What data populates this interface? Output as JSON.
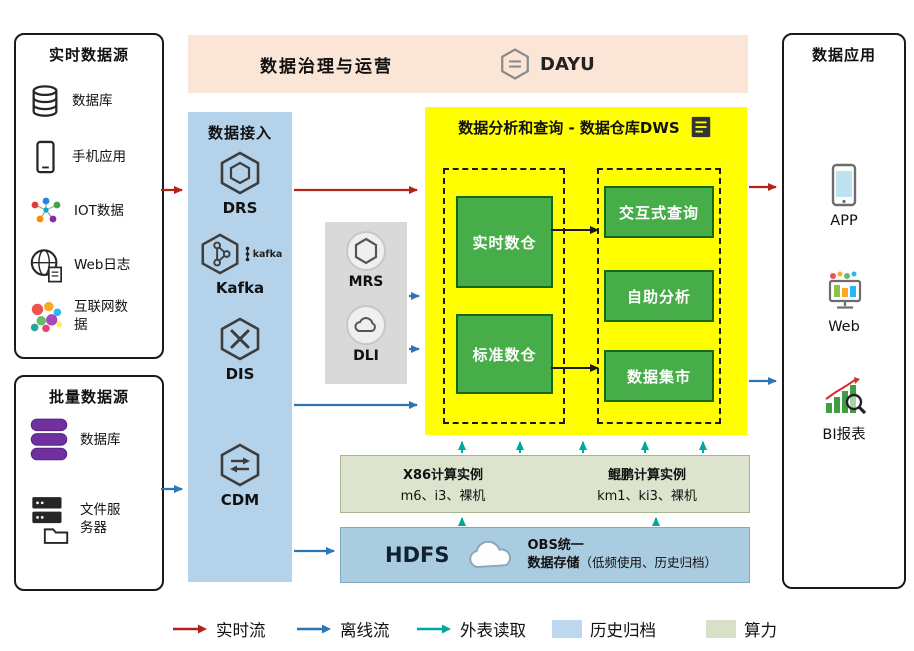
{
  "colors": {
    "realtime_flow": "#b02318",
    "offline_flow": "#2e75b6",
    "external_read": "#00a79b",
    "history_archive": "#bdd7ee",
    "compute_power": "#d9e0c8",
    "dws_background": "#ffff00",
    "service_green": "#47ad49"
  },
  "governance": {
    "title": "数据治理与运营",
    "logo": "DAYU"
  },
  "realtime_sources": {
    "title": "实时数据源",
    "items": [
      {
        "label": "数据库",
        "icon": "database-icon"
      },
      {
        "label": "手机应用",
        "icon": "phone-icon"
      },
      {
        "label": "IOT数据",
        "icon": "iot-icon"
      },
      {
        "label": "Web日志",
        "icon": "globe-icon"
      },
      {
        "label": "互联网数据",
        "icon": "internet-data-icon"
      }
    ]
  },
  "batch_sources": {
    "title": "批量数据源",
    "items": [
      {
        "label": "数据库",
        "icon": "batch-database-icon"
      },
      {
        "label": "文件服务器",
        "icon": "file-server-icon"
      }
    ]
  },
  "ingest": {
    "title": "数据接入",
    "items": [
      {
        "label": "DRS"
      },
      {
        "label": "Kafka",
        "logo_text": "kafka"
      },
      {
        "label": "DIS"
      },
      {
        "label": "CDM"
      }
    ]
  },
  "processing": {
    "items": [
      {
        "label": "MRS"
      },
      {
        "label": "DLI"
      }
    ]
  },
  "dws": {
    "title": "数据分析和查询 - 数据仓库DWS",
    "warehouses": [
      {
        "label": "实时数仓"
      },
      {
        "label": "标准数仓"
      }
    ],
    "services": [
      {
        "label": "交互式查询"
      },
      {
        "label": "自助分析"
      },
      {
        "label": "数据集市"
      }
    ]
  },
  "compute": {
    "groups": [
      {
        "name": "X86计算实例",
        "spec": "m6、i3、裸机"
      },
      {
        "name": "鲲鹏计算实例",
        "spec": "km1、ki3、裸机"
      }
    ]
  },
  "storage": {
    "hdfs": "HDFS",
    "obs_line1": "OBS统一",
    "obs_line2": "数据存储",
    "obs_note": "（低频使用、历史归档）"
  },
  "apps": {
    "title": "数据应用",
    "items": [
      {
        "label": "APP"
      },
      {
        "label": "Web"
      },
      {
        "label": "BI报表"
      }
    ]
  },
  "legend": {
    "items": [
      {
        "label": "实时流",
        "type": "arrow",
        "color": "#b02318"
      },
      {
        "label": "离线流",
        "type": "arrow",
        "color": "#2e75b6"
      },
      {
        "label": "外表读取",
        "type": "arrow",
        "color": "#00a79b"
      },
      {
        "label": "历史归档",
        "type": "swatch",
        "color": "#bdd7ee"
      },
      {
        "label": "算力",
        "type": "swatch",
        "color": "#d9e0c8"
      }
    ]
  }
}
